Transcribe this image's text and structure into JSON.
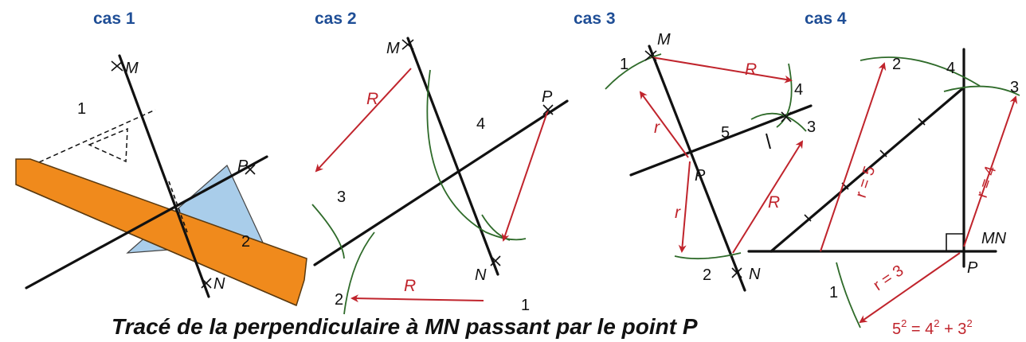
{
  "cases": [
    {
      "title": "cas 1",
      "labels": {
        "M": "M",
        "N": "N",
        "P": "P",
        "one": "1",
        "two": "2"
      }
    },
    {
      "title": "cas 2",
      "labels": {
        "M": "M",
        "N": "N",
        "P": "P",
        "one": "1",
        "two": "2",
        "three": "3",
        "four": "4",
        "R_top": "R",
        "R_bottom": "R"
      }
    },
    {
      "title": "cas 3",
      "labels": {
        "M": "M",
        "N": "N",
        "P": "P",
        "one": "1",
        "two": "2",
        "three": "3",
        "four": "4",
        "five": "5",
        "R_top": "R",
        "R_right": "R",
        "r_top": "r",
        "r_bottom": "r"
      }
    },
    {
      "title": "cas 4",
      "labels": {
        "MN": "MN",
        "P": "P",
        "one": "1",
        "two": "2",
        "three": "3",
        "four": "4",
        "r5": "r = 5",
        "r4": "r = 4",
        "r3": "r = 3"
      }
    }
  ],
  "caption": "Tracé de la perpendiculaire à MN passant par le point P",
  "formula": {
    "base1": "5",
    "exp1": "2",
    "mid": " = 4",
    "exp2": "2",
    "plus": " + 3",
    "exp3": "2"
  },
  "colors": {
    "title": "#1f4e96",
    "construction_arrows": "#c0242c",
    "arcs": "#2f6b2a",
    "ruler": "#f08a1c",
    "set_square": "#a9cdea"
  }
}
